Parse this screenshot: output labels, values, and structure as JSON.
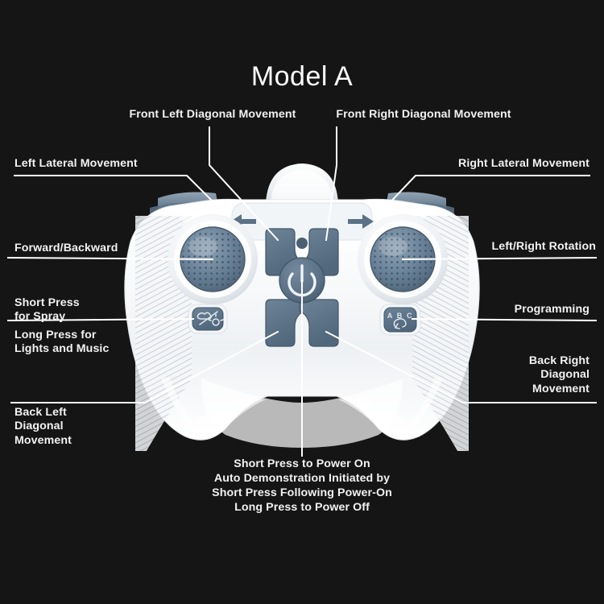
{
  "title": "Model A",
  "background_color": "#151515",
  "text_color": "#f2f2f2",
  "accent_button_color": "#5c7286",
  "body_color": "#ffffff",
  "labels": {
    "front_left_diagonal": "Front Left Diagonal Movement",
    "front_right_diagonal": "Front Right Diagonal Movement",
    "left_lateral": "Left Lateral Movement",
    "right_lateral": "Right Lateral Movement",
    "forward_backward": "Forward/Backward",
    "left_right_rotation": "Left/Right Rotation",
    "short_press_spray": "Short Press\nfor Spray",
    "long_press_lights": "Long Press for\nLights and Music",
    "programming": "Programming",
    "back_left_diagonal": "Back Left\nDiagonal\nMovement",
    "back_right_diagonal": "Back Right\nDiagonal\nMovement",
    "power_instructions": "Short Press to Power On\nAuto Demonstration Initiated by\nShort Press Following Power-On\nLong Press to Power Off"
  },
  "controls": {
    "programming_button_text": "A B C",
    "left_shoulder_arrow": "left-arrow",
    "right_shoulder_arrow": "right-arrow",
    "power_icon": "power-symbol",
    "spray_icon": "spray-mist-icon",
    "dpad": [
      {
        "name": "front-left-diagonal",
        "arrow": "up-left"
      },
      {
        "name": "front-right-diagonal",
        "arrow": "up-right"
      },
      {
        "name": "back-left-diagonal",
        "arrow": "down-left"
      },
      {
        "name": "back-right-diagonal",
        "arrow": "down-right"
      }
    ]
  }
}
